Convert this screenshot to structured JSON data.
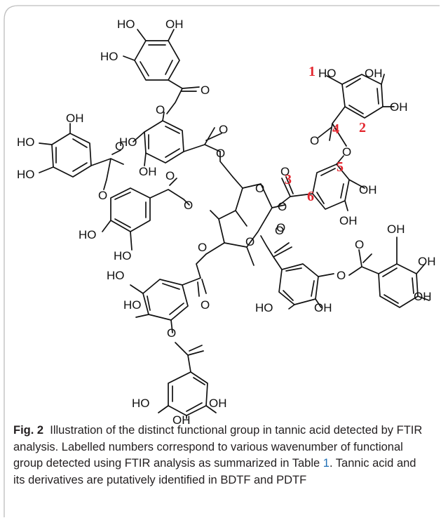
{
  "atoms": {
    "ho": "HO",
    "oh": "OH",
    "o": "O"
  },
  "numbers": [
    "1",
    "2",
    "3",
    "4",
    "5",
    "6"
  ],
  "caption": {
    "label": "Fig. 2",
    "text_part1": "Illustration of the distinct functional group in tannic acid detected by FTIR analysis. Labelled numbers correspond to various wavenumber of functional group detected using FTIR analysis as summarized in Table ",
    "table_ref": "1",
    "text_part2": ". Tannic acid and its derivatives are putatively identified in BDTF and PDTF"
  },
  "colors": {
    "frame": "#bdbdbd",
    "number_label": "#e3262e",
    "table_link": "#1f6fb5"
  }
}
